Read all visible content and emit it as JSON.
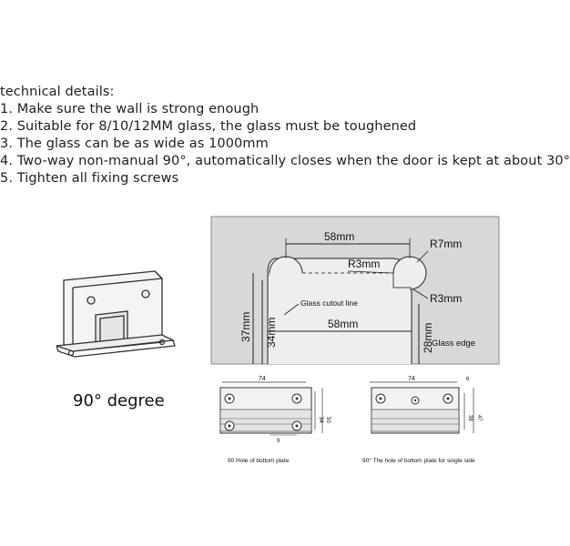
{
  "details": {
    "heading": "technical details:",
    "items": [
      "1. Make sure the wall is strong enough",
      "2. Suitable for 8/10/12MM glass, the glass must be toughened",
      "3. The glass can be as wide as 1000mm",
      "4. Two-way non-manual 90°, automatically closes when the door is kept at about 30°",
      "5. Tighten all fixing screws"
    ]
  },
  "caption": "90° degree",
  "cutout": {
    "dim_top": "58mm",
    "dim_bottom": "58mm",
    "radius_big": "R7mm",
    "radius_small_top": "R3mm",
    "radius_small_right": "R3mm",
    "height_outer": "37mm",
    "height_inner": "34mm",
    "height_right": "28mm",
    "label_cutout": "Glass cutout line",
    "label_edge": "Glass edge"
  },
  "plate_left": {
    "width": "74",
    "height_a": "34",
    "height_b": "50",
    "hole": "9",
    "caption": "90  Hole of bottom plate"
  },
  "plate_right": {
    "width": "74",
    "hole": "6",
    "height_a": "38",
    "height_b": "47",
    "caption": "90°  The hole of bottom plate for single side"
  },
  "colors": {
    "panel": "#d8d8d8",
    "line": "#222222"
  }
}
